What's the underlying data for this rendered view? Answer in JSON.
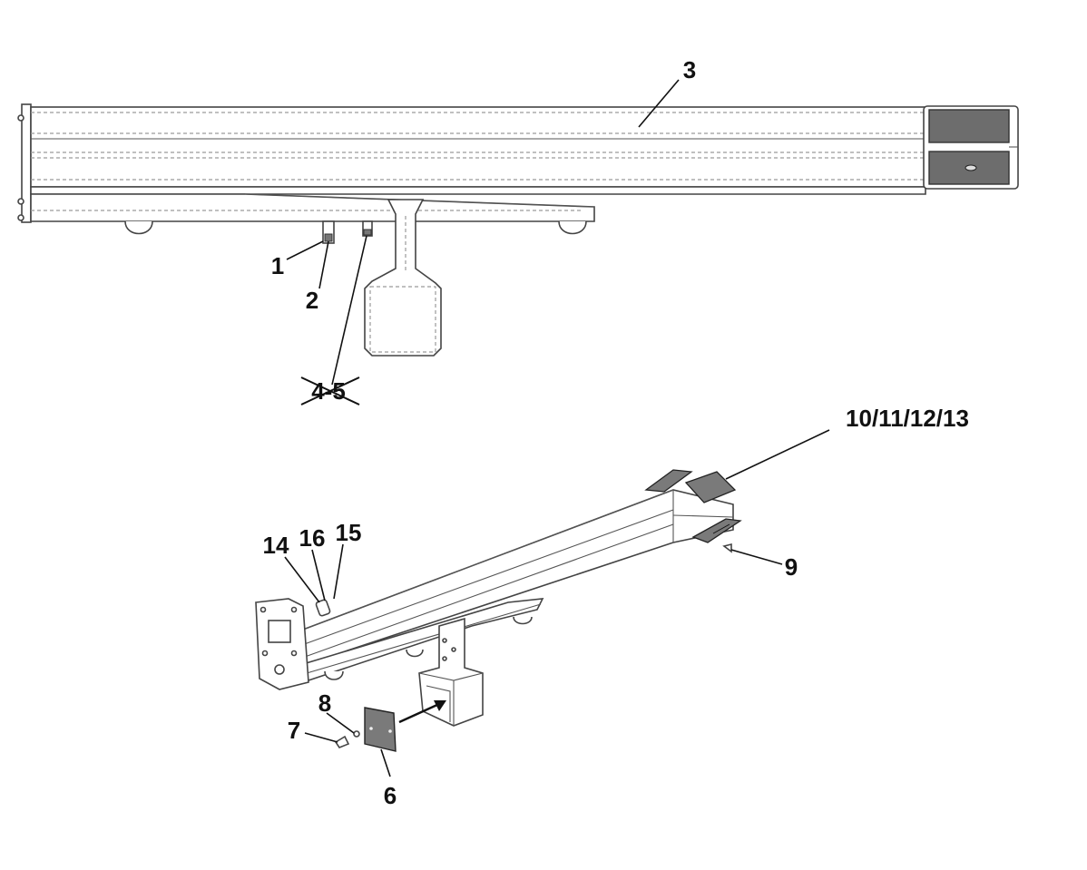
{
  "labels": {
    "l1": "1",
    "l2": "2",
    "l3": "3",
    "l45": "4-5",
    "l6": "6",
    "l7": "7",
    "l8": "8",
    "l9": "9",
    "l10_13": "10/11/12/13",
    "l14": "14",
    "l15": "15",
    "l16": "16"
  },
  "colors": {
    "outline": "#444444",
    "plate_fill": "#7a7a7a",
    "label": "#111111"
  }
}
